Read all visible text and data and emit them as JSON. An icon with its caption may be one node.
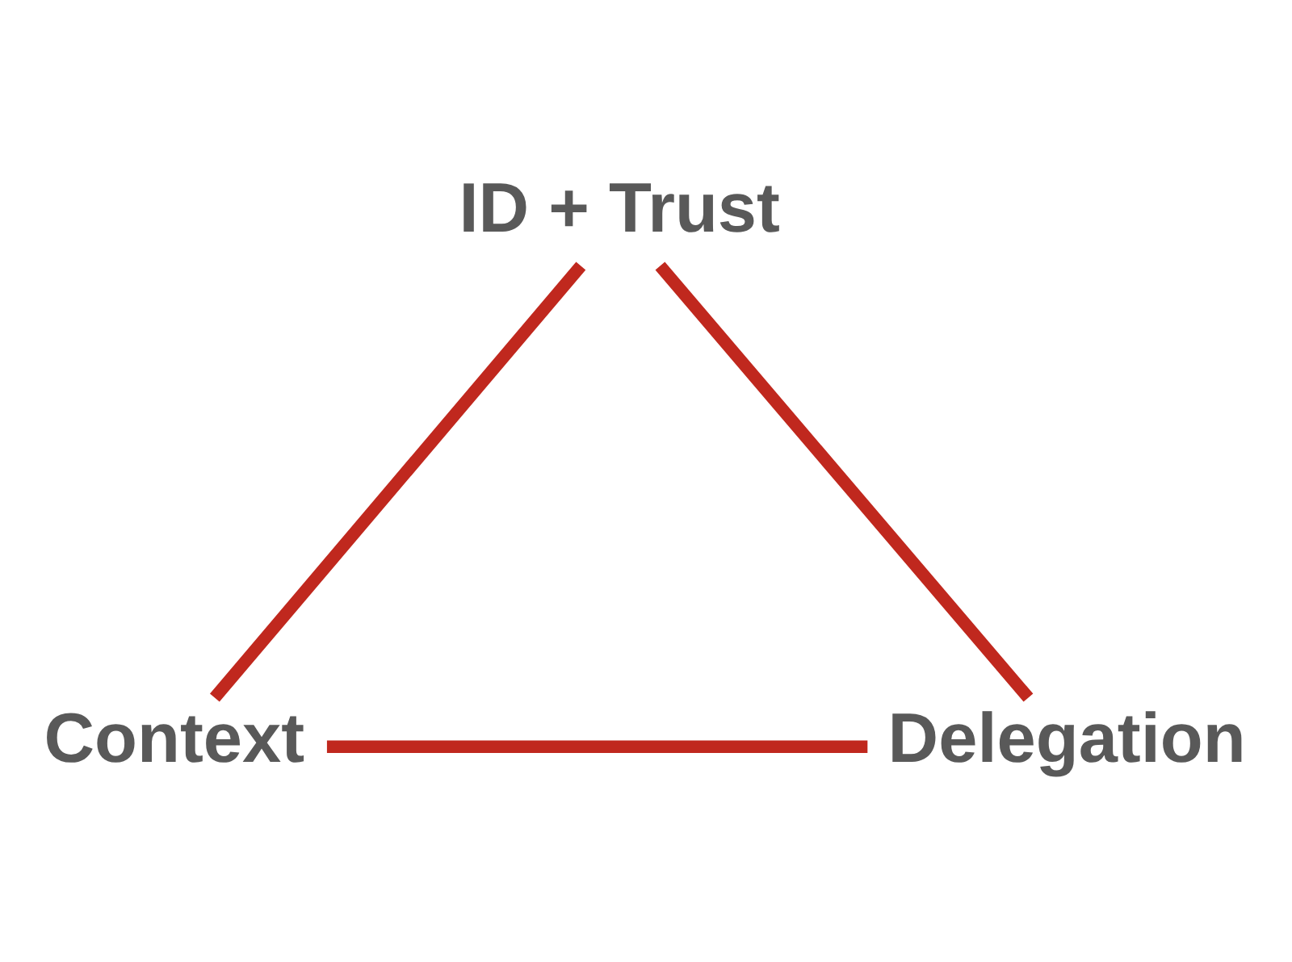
{
  "diagram": {
    "nodes": [
      {
        "text": [
          "ID + Trust"
        ]
      },
      {
        "text": [
          "Context"
        ]
      },
      {
        "text": [
          "Delegation"
        ]
      }
    ],
    "edges": [
      {
        "from": 0,
        "to": 1,
        "arrow": "none"
      },
      {
        "from": 0,
        "to": 2,
        "arrow": "none"
      },
      {
        "from": 1,
        "to": 2,
        "arrow": "none"
      }
    ]
  }
}
